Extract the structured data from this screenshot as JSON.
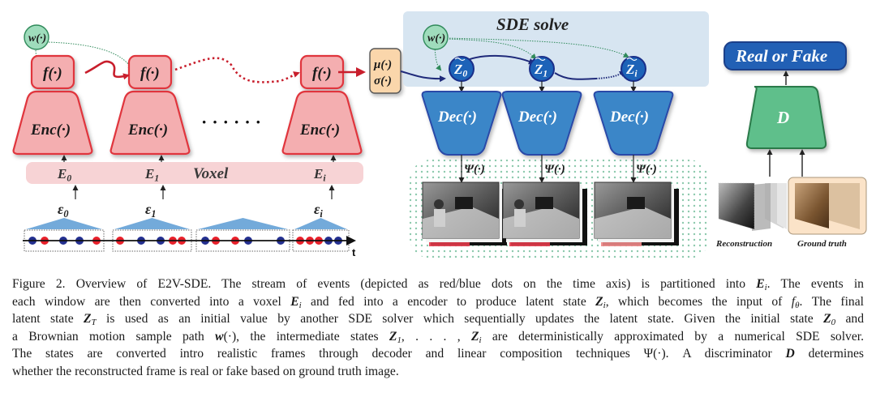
{
  "figure": {
    "encoder_chain": {
      "w_node": "w(·)",
      "f_label": "f(·)",
      "enc_label": "Enc(·)",
      "ellipsis": "······",
      "voxel_label": "Voxel",
      "voxel_inputs": [
        {
          "base": "E",
          "sub": "0"
        },
        {
          "base": "E",
          "sub": "1"
        },
        {
          "base": "E",
          "sub": "i"
        }
      ],
      "event_windows": [
        {
          "base": "ε",
          "sub": "0"
        },
        {
          "base": "ε",
          "sub": "1"
        },
        {
          "base": "",
          "sub": ""
        },
        {
          "base": "ε",
          "sub": "i"
        }
      ],
      "event_dots": [
        [
          "blue",
          "red",
          "blue",
          "blue",
          "red"
        ],
        [
          "red",
          "blue",
          "blue",
          "red",
          "red"
        ],
        [
          "blue",
          "red",
          "red",
          "blue",
          "blue"
        ],
        [
          "red",
          "red",
          "red",
          "blue",
          "blue"
        ]
      ],
      "time_axis_label": "t"
    },
    "mu_sigma": {
      "mu": "μ(·)",
      "sigma": "σ(·)"
    },
    "sde": {
      "title": "SDE solve",
      "w_node": "w(·)",
      "latents": [
        {
          "base": "Z",
          "sub": "0"
        },
        {
          "base": "Z",
          "sub": "1"
        },
        {
          "base": "Z",
          "sub": "i"
        }
      ],
      "dec_label": "Dec(·)",
      "psi_label": "Ψ(·)"
    },
    "discriminator": {
      "output_label": "Real or Fake",
      "d_label": "D",
      "reconstruction_label": "Reconstruction",
      "ground_truth_label": "Ground truth"
    },
    "colors": {
      "enc_fill": "#f4aeb0",
      "enc_stroke": "#e0343c",
      "dec_fill": "#3b86c8",
      "dec_stroke": "#2b4aa8",
      "sde_bg": "#d7e5f1",
      "voxel_bg": "#f7d3d5",
      "w_fill": "#9fdcbc",
      "w_stroke": "#2f8a5a",
      "d_fill": "#5fbf8b",
      "d_stroke": "#2a7a4a",
      "musigma_fill": "#fad6ab",
      "real_fake_fill": "#2160b5",
      "event_red": "#e8202a",
      "event_blue": "#232f8f",
      "gt_bg": "#fbe3c8"
    }
  },
  "caption": {
    "lines": [
      [
        {
          "t": "Figure 2. Overview of E2V-SDE. The stream of events (depicted as red/blue dots on the time axis) is partitioned into "
        },
        {
          "t": "E",
          "s": "m"
        },
        {
          "t": "i",
          "s": "sub"
        },
        {
          "t": ". The events in"
        }
      ],
      [
        {
          "t": "each window are then converted into a voxel "
        },
        {
          "t": "E",
          "s": "m"
        },
        {
          "t": "i",
          "s": "sub"
        },
        {
          "t": " and fed into a encoder to produce latent state "
        },
        {
          "t": "Z",
          "s": "m"
        },
        {
          "t": "i",
          "s": "sub"
        },
        {
          "t": ", which becomes the input of "
        },
        {
          "t": "f",
          "s": "mi"
        },
        {
          "t": "θ",
          "s": "sub"
        },
        {
          "t": ". The final"
        }
      ],
      [
        {
          "t": "latent state "
        },
        {
          "t": "Z",
          "s": "m"
        },
        {
          "t": "T",
          "s": "sub"
        },
        {
          "t": " is used as an initial value by another SDE solver which sequentially updates the latent state. Given the initial state "
        },
        {
          "t": "Z",
          "s": "m"
        },
        {
          "t": "0",
          "s": "sub"
        },
        {
          "t": " and"
        }
      ],
      [
        {
          "t": "a Brownian motion sample path "
        },
        {
          "t": "w",
          "s": "m"
        },
        {
          "t": "(·), the intermediate states "
        },
        {
          "t": "Z",
          "s": "m"
        },
        {
          "t": "1",
          "s": "sub"
        },
        {
          "t": ", . . . , "
        },
        {
          "t": "Z",
          "s": "m"
        },
        {
          "t": "i",
          "s": "sub"
        },
        {
          "t": " are deterministically approximated by a numerical SDE solver."
        }
      ],
      [
        {
          "t": "The states are converted intro realistic frames through decoder and linear composition techniques Ψ(·). A discriminator "
        },
        {
          "t": "D",
          "s": "m"
        },
        {
          "t": " determines"
        }
      ],
      [
        {
          "t": "whether the reconstructed frame is real or fake based on ground truth image."
        }
      ]
    ]
  }
}
